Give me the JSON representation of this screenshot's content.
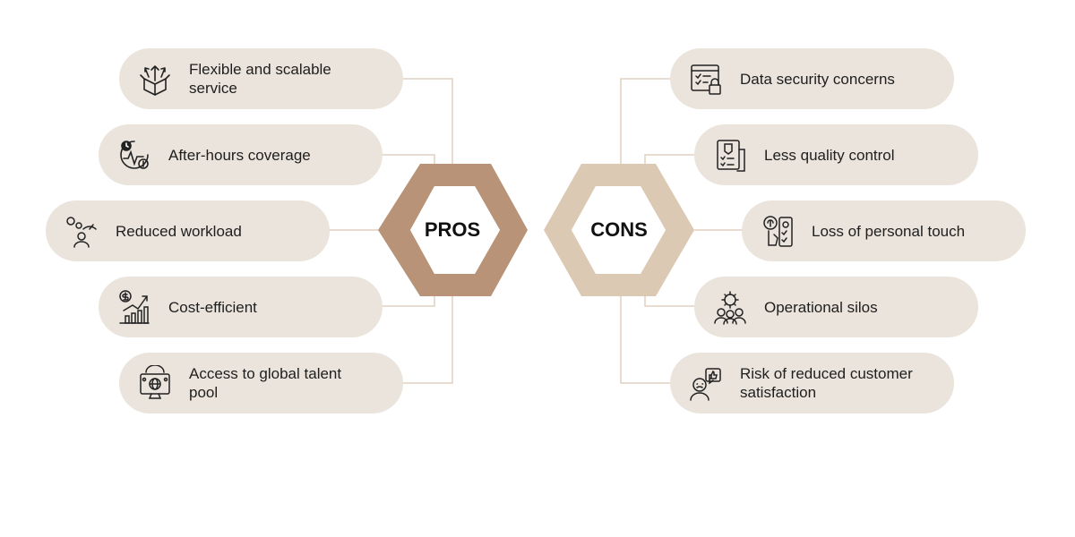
{
  "center": {
    "pros_label": "PROS",
    "cons_label": "CONS"
  },
  "colors": {
    "pros_hex": "#b89378",
    "cons_hex": "#dcc9b4",
    "pill_bg": "#ebe4dc",
    "connector": "#e0cfc0"
  },
  "pros": [
    {
      "label": "Flexible and scalable service",
      "icon": "open-box-arrows-icon"
    },
    {
      "label": "After-hours coverage",
      "icon": "clock-money-cycle-icon"
    },
    {
      "label": "Reduced workload",
      "icon": "gears-person-gauge-icon"
    },
    {
      "label": "Cost-efficient",
      "icon": "dollar-growth-chart-icon"
    },
    {
      "label": "Access to global talent pool",
      "icon": "global-network-monitor-icon"
    }
  ],
  "cons": [
    {
      "label": "Data security concerns",
      "icon": "browser-lock-icon"
    },
    {
      "label": "Less quality control",
      "icon": "checklist-shield-icon"
    },
    {
      "label": "Loss of personal touch",
      "icon": "fingerprint-hand-icon"
    },
    {
      "label": "Operational silos",
      "icon": "gear-team-icon"
    },
    {
      "label": "Risk of reduced customer satisfaction",
      "icon": "customer-feedback-icon"
    }
  ]
}
